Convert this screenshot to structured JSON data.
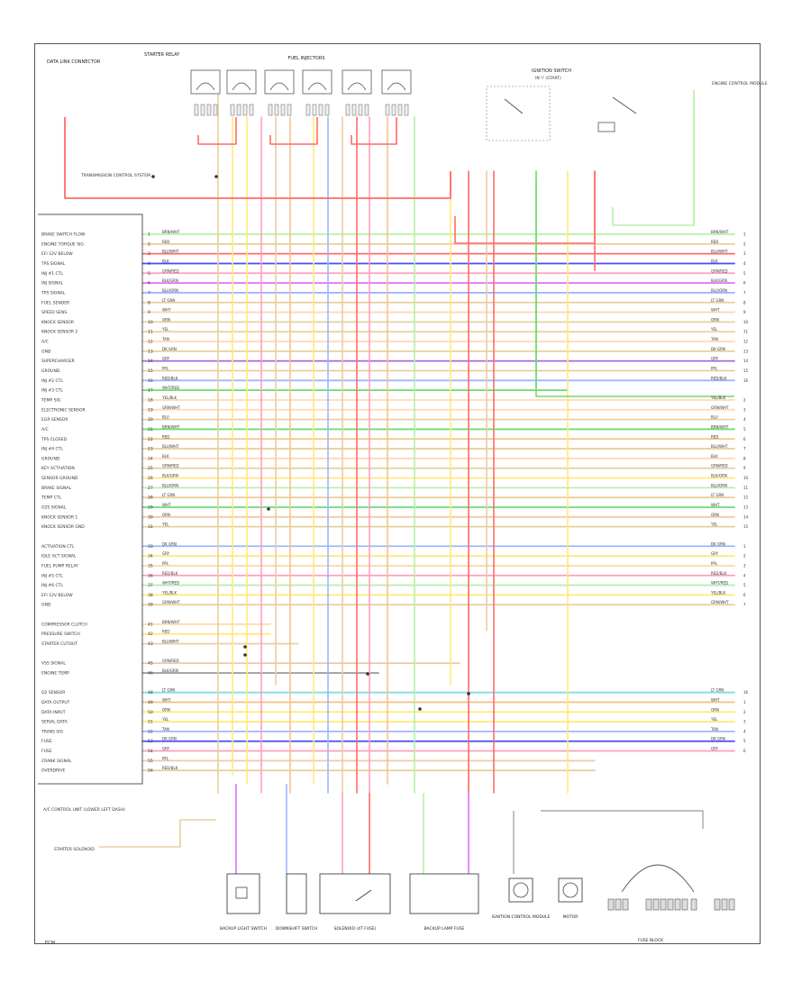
{
  "diagram": {
    "top_labels": {
      "data_connector": "DATA LINK CONNECTOR",
      "starter": "STARTER RELAY",
      "fuel_injectors": "FUEL INJECTORS",
      "ignition_switch": "IGNITION SWITCH",
      "ignition_sub": "IN 'I' (START)",
      "transmission": "TRANSMISSION CONTROL SYSTEM",
      "engine_control": "ENGINE CONTROL MODULE"
    },
    "ecm_pins": [
      "BRAKE SWITCH FLOW",
      "ENGINE TORQUE SIG",
      "EFI 12V BELOW",
      "TPS SIGNAL",
      "INJ #1 CTL",
      "INJ SIGNAL",
      "TPS SIGNAL",
      "FUEL SENDER",
      "SPEED SENS",
      "KNOCK SENSOR",
      "KNOCK SENSOR 2",
      "A/C",
      "GND",
      "SUPERCHARGER",
      "GROUND",
      "INJ #2 CTL",
      "INJ #3 CTL",
      "TEMP SIG",
      "ELECTRONIC SENSOR",
      "EGR SENSOR",
      "A/C",
      "TPS CLOSED",
      "INJ #4 CTL",
      "GROUND",
      "KEY ACTIVATION",
      "SENSOR GROUND",
      "BRAKE SIGNAL",
      "TEMP CTL",
      "O2S SIGNAL",
      "KNOCK SENSOR 1",
      "KNOCK SENSOR GND",
      "",
      "ACTIVATION CTL",
      "IDLE ACT SIGNAL",
      "FUEL PUMP RELAY",
      "INJ #5 CTL",
      "INJ #6 CTL",
      "EFI 12V BELOW",
      "GND",
      "",
      "COMPRESSOR CLUTCH",
      "PRESSURE SWITCH",
      "STARTER CUTOUT",
      "",
      "VSS SIGNAL",
      "ENGINE TEMP",
      "",
      "O2 SENSOR",
      "DATA OUTPUT",
      "DATA INPUT",
      "SERIAL DATA",
      "TRANS SIG",
      "FUSE",
      "FUSE",
      "CRANK SIGNAL",
      "OVERDRIVE"
    ],
    "wire_codes": [
      "BRN/WHT",
      "RED",
      "BLU/WHT",
      "BLK",
      "GRN/RED",
      "BLK/GRN",
      "BLU/ORN",
      "LT GRN",
      "WHT",
      "ORN",
      "YEL",
      "TAN",
      "DK GRN",
      "GRY",
      "PPL",
      "RED/BLK",
      "WHT/RED",
      "YEL/BLK",
      "GRN/WHT",
      "BLU"
    ],
    "pin_numbers": [
      "1",
      "2",
      "3",
      "4",
      "5",
      "6",
      "7",
      "8",
      "9",
      "10",
      "11",
      "12",
      "13",
      "14",
      "15",
      "16"
    ],
    "bottom_components": [
      "BACKUP LIGHT SWITCH",
      "DOWNSHIFT SWITCH",
      "SOLENOID (4T FUSE)",
      "BACKUP LAMP FUSE",
      "IGNITION CONTROL MODULE",
      "MOTOR",
      "MOTOR",
      "FUSE BLOCK"
    ],
    "left_bottom": "A/C CONTROL UNIT (LOWER LEFT DASH)",
    "starter_bottom": "STARTER SOLENOID",
    "fuse_block_title": "FUSE BLOCK",
    "page_ref": "ECM"
  }
}
